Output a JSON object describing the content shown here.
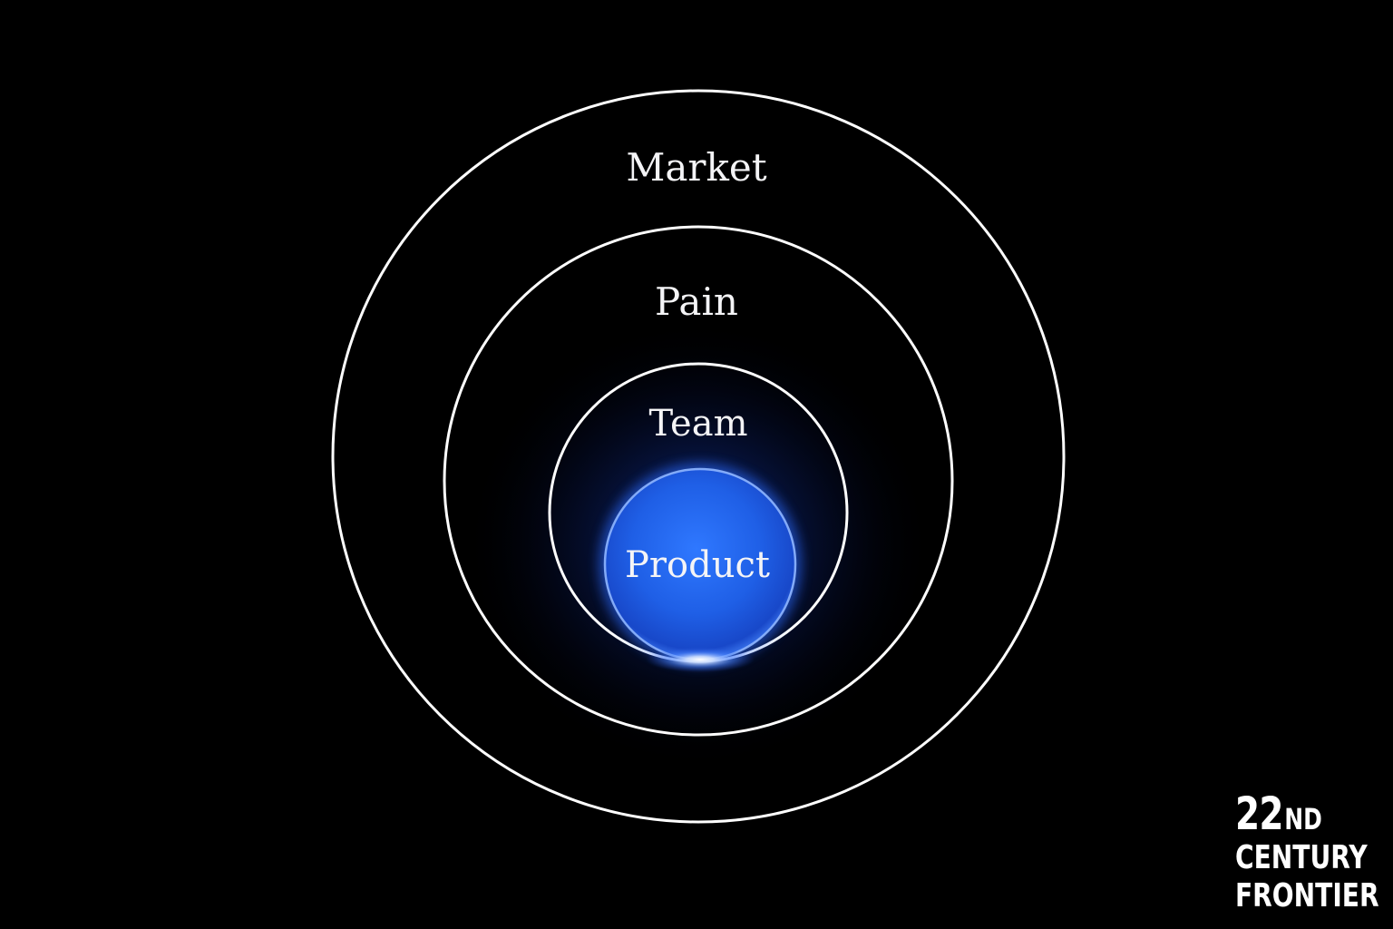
{
  "diagram": {
    "rings": [
      {
        "id": "market",
        "label": "Market"
      },
      {
        "id": "pain",
        "label": "Pain"
      },
      {
        "id": "team",
        "label": "Team"
      },
      {
        "id": "product",
        "label": "Product"
      }
    ],
    "colors": {
      "background": "#000000",
      "ring_stroke": "#ffffff",
      "core_fill": "#1f5fe6",
      "core_glow": "#2a6bff",
      "label": "#f4f4f6"
    }
  },
  "logo": {
    "number": "22",
    "suffix": "ND",
    "line2": "CENTURY",
    "line3": "FRONTIER"
  }
}
